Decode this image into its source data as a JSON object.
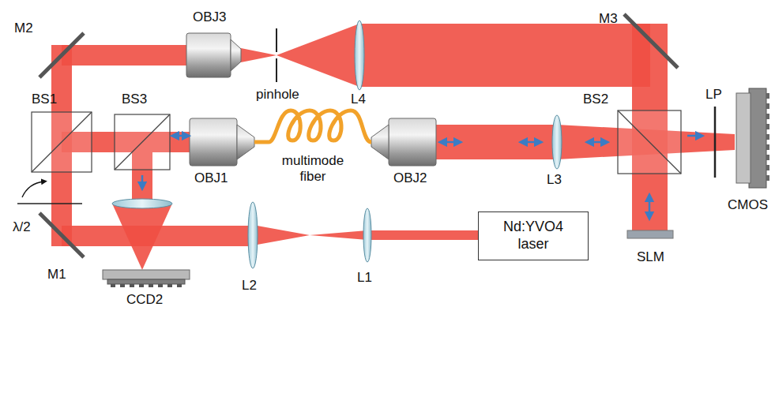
{
  "diagram": {
    "nodes": [
      {
        "text": [
          "Nd:YVO4 laser"
        ]
      }
    ],
    "labels": [
      "M2",
      "OBJ3",
      "pinhole",
      "L4",
      "M3",
      "BS1",
      "BS3",
      "OBJ1",
      "multimode fiber",
      "OBJ2",
      "L3",
      "BS2",
      "LP",
      "CMOS",
      "λ/2",
      "CCD2",
      "SLM",
      "M1",
      "L2",
      "L1"
    ]
  }
}
